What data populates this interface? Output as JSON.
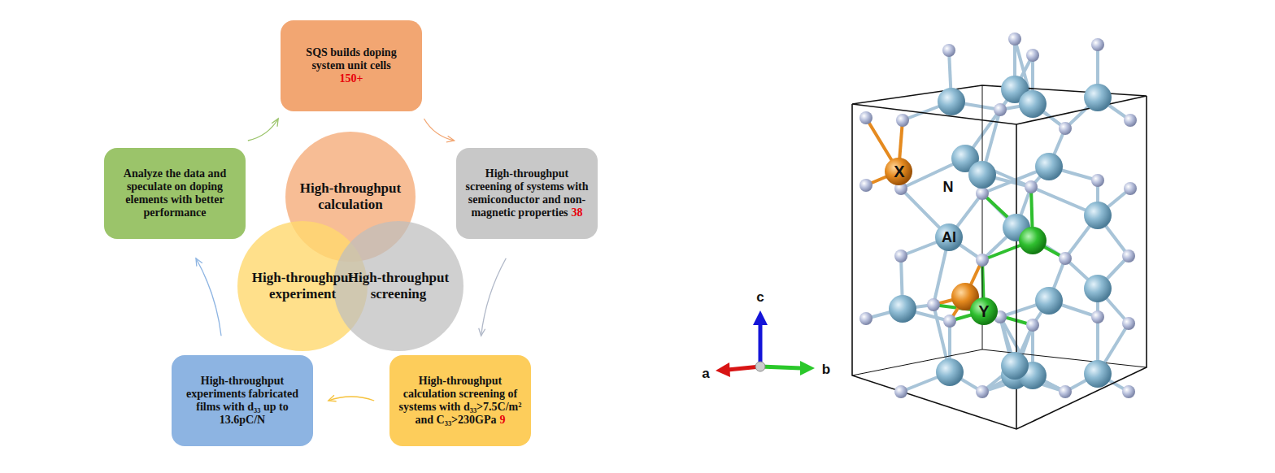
{
  "diagram": {
    "nodes": [
      {
        "text": [
          "SQS builds doping system unit cells",
          "150+"
        ]
      },
      {
        "text": [
          "High-throughput screening of systems with semiconductor and non-magnetic properties",
          "38"
        ]
      },
      {
        "text": [
          "High-throughput calculation screening of systems with d₃₃>7.5C/m² and C₃₃>230GPa",
          "9"
        ]
      },
      {
        "text": [
          "High-throughput experiments fabricated films with d₃₃ up to 13.6pC/N"
        ]
      },
      {
        "text": [
          "Analyze the data and speculate on doping elements with better performance"
        ]
      },
      {
        "text": [
          "High-throughput calculation"
        ]
      },
      {
        "text": [
          "High-throughput experiment"
        ]
      },
      {
        "text": [
          "High-throughput screening"
        ]
      }
    ],
    "edges": [
      {
        "from": 0,
        "to": 1,
        "arrow": "to"
      },
      {
        "from": 1,
        "to": 2,
        "arrow": "to"
      },
      {
        "from": 2,
        "to": 3,
        "arrow": "to"
      },
      {
        "from": 3,
        "to": 4,
        "arrow": "to"
      },
      {
        "from": 4,
        "to": 0,
        "arrow": "to"
      }
    ],
    "labels": [
      "X",
      "N",
      "Al",
      "Y",
      "c",
      "a",
      "b"
    ]
  }
}
